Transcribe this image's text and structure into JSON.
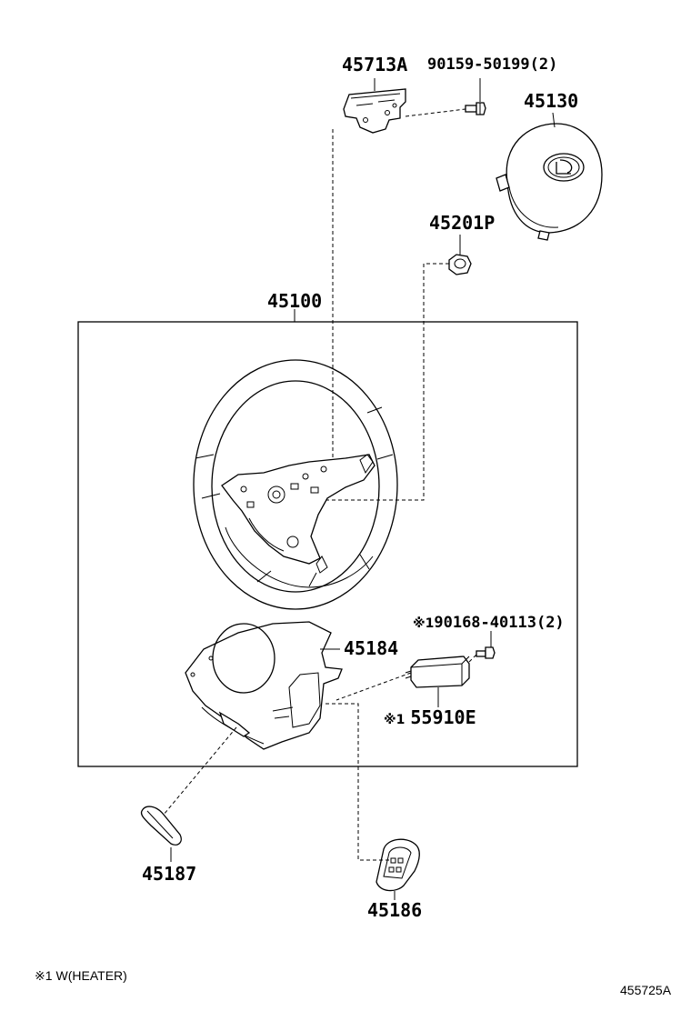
{
  "parts": {
    "bracket": {
      "number": "45713A"
    },
    "bracket_screw": {
      "number": "90159-50199",
      "qty": "(2)"
    },
    "airbag": {
      "number": "45130"
    },
    "nut": {
      "number": "45201P"
    },
    "wheel_assembly": {
      "number": "45100"
    },
    "lower_cover": {
      "number": "45184"
    },
    "heater_screw": {
      "mark": "※1",
      "number": "90168-40113",
      "qty": "(2)"
    },
    "heater_module": {
      "mark": "※1",
      "number": "55910E"
    },
    "ornament": {
      "number": "45187"
    },
    "switch_cover": {
      "number": "45186"
    }
  },
  "footnote": {
    "mark": "※1",
    "text": "W(HEATER)"
  },
  "diagram_id": "455725A"
}
